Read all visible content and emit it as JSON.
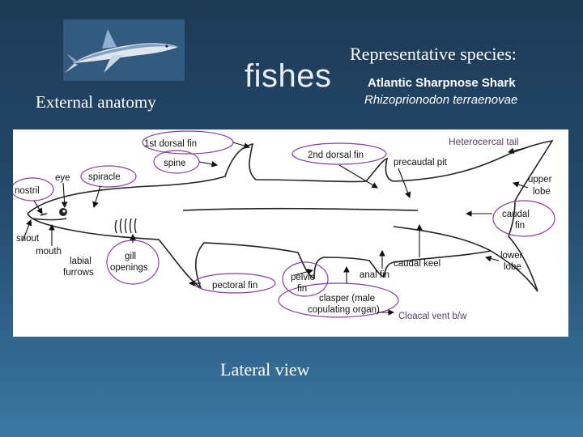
{
  "title": "fishes",
  "subtitle": "External anatomy",
  "representative": {
    "heading": "Representative species:",
    "common_name": "Atlantic Sharpnose Shark",
    "scientific_name": "Rhizoprionodon terraenovae"
  },
  "diagram": {
    "caption": "Lateral view",
    "labels": {
      "first_dorsal_fin": "1st dorsal fin",
      "spine": "spine",
      "second_dorsal_fin": "2nd dorsal fin",
      "precaudal_pit": "precaudal pit",
      "heterocercal_tail": "Heterocercal tail",
      "eye": "eye",
      "spiracle": "spiracle",
      "nostril": "nostril",
      "upper_lobe_1": "upper",
      "upper_lobe_2": "lobe",
      "snout": "snout",
      "mouth": "mouth",
      "labial_furrows_1": "labial",
      "labial_furrows_2": "furrows",
      "gill_openings_1": "gill",
      "gill_openings_2": "openings",
      "caudal_fin_1": "caudal",
      "caudal_fin_2": "fin",
      "caudal_keel": "caudal keel",
      "lower_lobe_1": "lower",
      "lower_lobe_2": "lobe",
      "anal_fin": "anal fin",
      "pectoral_fin": "pectoral fin",
      "pelvic_fin_1": "pelvic",
      "pelvic_fin_2": "fin",
      "clasper_1": "clasper (male",
      "clasper_2": "copulating organ)",
      "cloacal_vent": "Cloacal vent b/w"
    }
  }
}
